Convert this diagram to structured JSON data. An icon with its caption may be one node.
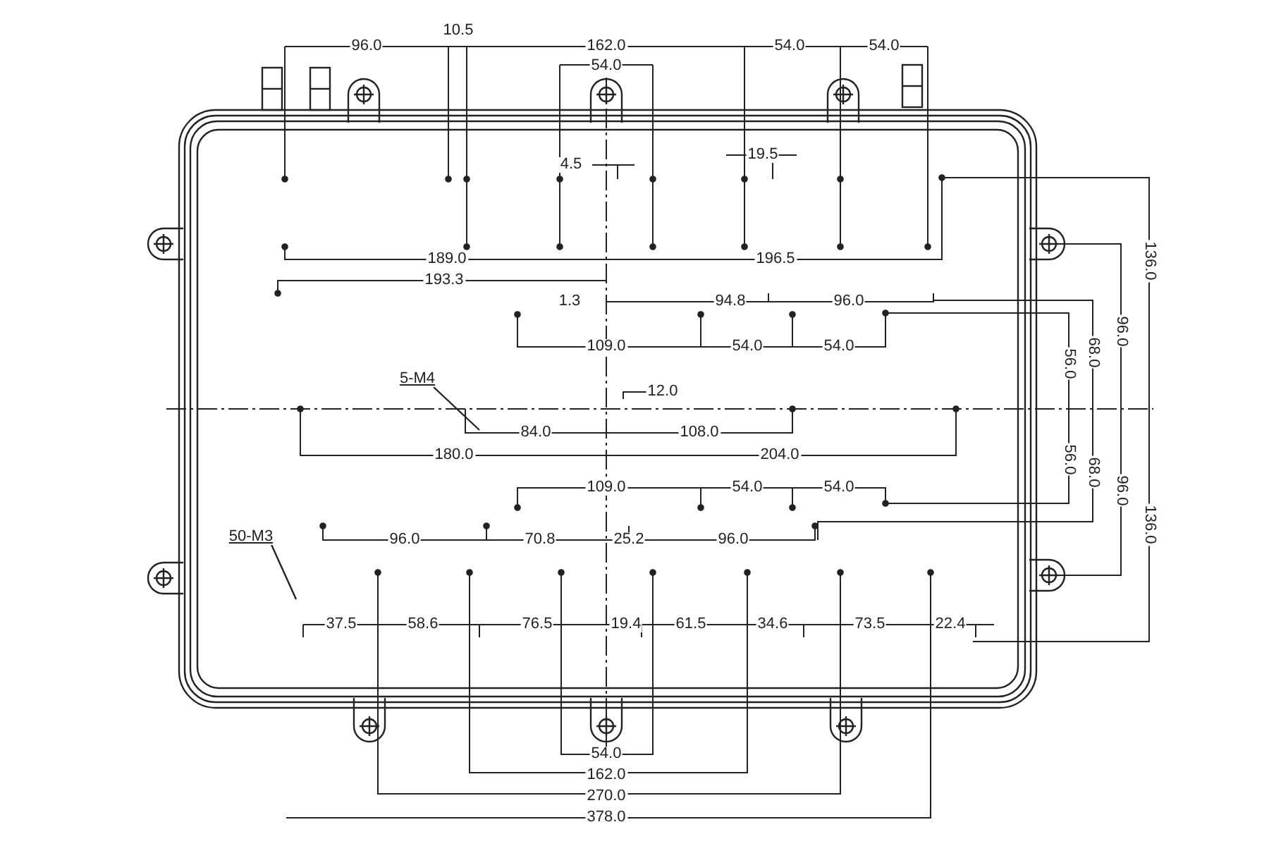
{
  "diagram": {
    "nodes": [
      {
        "text": [
          "5-M4"
        ]
      },
      {
        "text": [
          "50-M3"
        ]
      }
    ],
    "edges": [
      {
        "from": 0,
        "to": null,
        "arrow": "none"
      },
      {
        "from": 1,
        "to": null,
        "arrow": "none"
      }
    ],
    "labels": [
      "96.0",
      "10.5",
      "162.0",
      "54.0",
      "54.0",
      "54.0",
      "4.5",
      "19.5",
      "189.0",
      "196.5",
      "193.3",
      "1.3",
      "94.8",
      "96.0",
      "109.0",
      "54.0",
      "54.0",
      "56.0",
      "68.0",
      "96.0",
      "136.0",
      "12.0",
      "84.0",
      "108.0",
      "180.0",
      "204.0",
      "56.0",
      "68.0",
      "96.0",
      "136.0",
      "109.0",
      "54.0",
      "54.0",
      "96.0",
      "70.8",
      "25.2",
      "96.0",
      "37.5",
      "58.6",
      "76.5",
      "19.4",
      "61.5",
      "34.6",
      "73.5",
      "22.4",
      "54.0",
      "162.0",
      "270.0",
      "378.0"
    ]
  }
}
